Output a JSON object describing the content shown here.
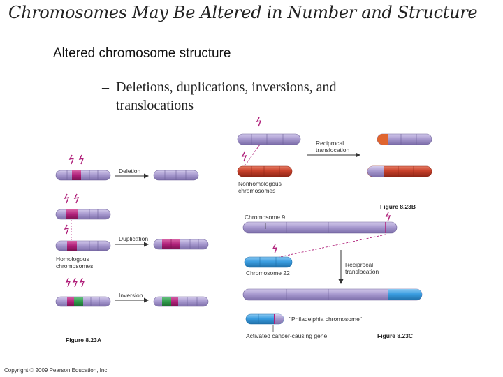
{
  "slide": {
    "title": "Chromosomes May Be Altered in Number and Structure",
    "subtitle": "Altered chromosome structure",
    "bullet_dash": "–",
    "bullet_text": "Deletions, duplications, inversions, and translocations",
    "copyright": "Copyright © 2009 Pearson Education, Inc."
  },
  "figure_a": {
    "deletion": "Deletion",
    "duplication": "Duplication",
    "homologous": "Homologous chromosomes",
    "inversion": "Inversion",
    "caption": "Figure 8.23A"
  },
  "figure_b": {
    "reciprocal": "Reciprocal translocation",
    "nonhomologous": "Nonhomologous chromosomes",
    "caption": "Figure 8.23B"
  },
  "figure_c": {
    "chromosome9": "Chromosome 9",
    "chromosome22": "Chromosome 22",
    "reciprocal": "Reciprocal translocation",
    "philadelphia": "\"Philadelphia chromosome\"",
    "activated_gene": "Activated cancer-causing gene",
    "caption": "Figure 8.23C"
  },
  "colors": {
    "purple": "#a99bd0",
    "red": "#c8402a",
    "orange": "#e0652f",
    "blue": "#3a9de0",
    "magenta": "#b0207a",
    "green": "#2e9a4a",
    "arrow": "#333333"
  }
}
